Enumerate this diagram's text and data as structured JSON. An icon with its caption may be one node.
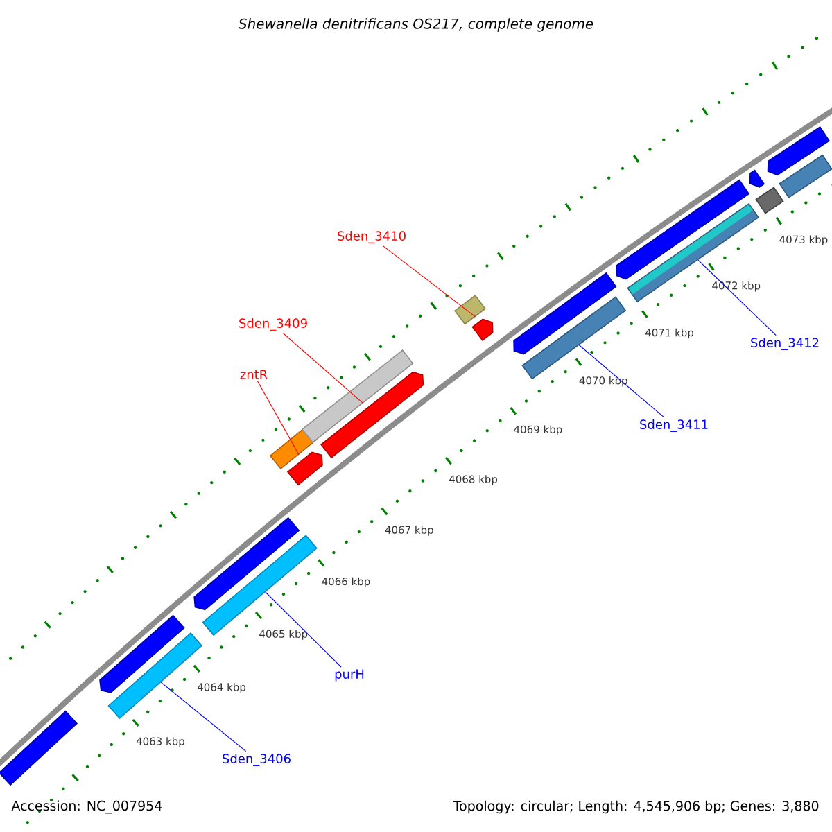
{
  "diagram": {
    "title": "Shewanella denitrificans OS217, complete genome",
    "nodes": [
      {
        "text": [
          "Sden_3410"
        ]
      },
      {
        "text": [
          "Sden_3409"
        ]
      },
      {
        "text": [
          "zntR"
        ]
      },
      {
        "text": [
          "Sden_3412"
        ]
      },
      {
        "text": [
          "Sden_3411"
        ]
      },
      {
        "text": [
          "purH"
        ]
      },
      {
        "text": [
          "Sden_3406"
        ]
      },
      {
        "text": [],
        "shape": "bar"
      },
      {
        "text": [],
        "shape": "bar"
      },
      {
        "text": [],
        "shape": "bar"
      },
      {
        "text": [],
        "shape": "bar"
      },
      {
        "text": [],
        "shape": "bar"
      },
      {
        "text": [],
        "shape": "bar"
      },
      {
        "text": [],
        "shape": "bar"
      },
      {
        "text": [],
        "shape": "bar"
      },
      {
        "text": [],
        "shape": "bar"
      },
      {
        "text": [],
        "shape": "bar"
      },
      {
        "text": [],
        "shape": "bar"
      },
      {
        "text": [],
        "shape": "bar"
      },
      {
        "text": [],
        "shape": "bar"
      },
      {
        "text": [],
        "shape": "bar"
      },
      {
        "text": [],
        "shape": "bar"
      },
      {
        "text": [],
        "shape": "bar"
      },
      {
        "text": [],
        "shape": "bar"
      },
      {
        "text": [],
        "shape": "bar"
      },
      {
        "text": [],
        "shape": "bar"
      }
    ],
    "edges": [
      {
        "from": 0,
        "to": 16,
        "arrow": "none",
        "color": "#ff0000"
      },
      {
        "from": 1,
        "to": 14,
        "arrow": "none",
        "color": "#ff0000"
      },
      {
        "from": 2,
        "to": 12,
        "arrow": "none",
        "color": "#ff0000"
      },
      {
        "from": 3,
        "to": 21,
        "arrow": "none"
      },
      {
        "from": 4,
        "to": 18,
        "arrow": "none"
      },
      {
        "from": 5,
        "to": 10,
        "arrow": "none"
      },
      {
        "from": 6,
        "to": 8,
        "arrow": "none"
      }
    ],
    "labels": [
      "4073 kbp",
      "4072 kbp",
      "4071 kbp",
      "4070 kbp",
      "4069 kbp",
      "4068 kbp",
      "4067 kbp",
      "4066 kbp",
      "4065 kbp",
      "4064 kbp",
      "4063 kbp",
      "Accession: NC_007954",
      "Topology: circular; Length: 4,545,906 bp; Genes: 3,880"
    ]
  }
}
